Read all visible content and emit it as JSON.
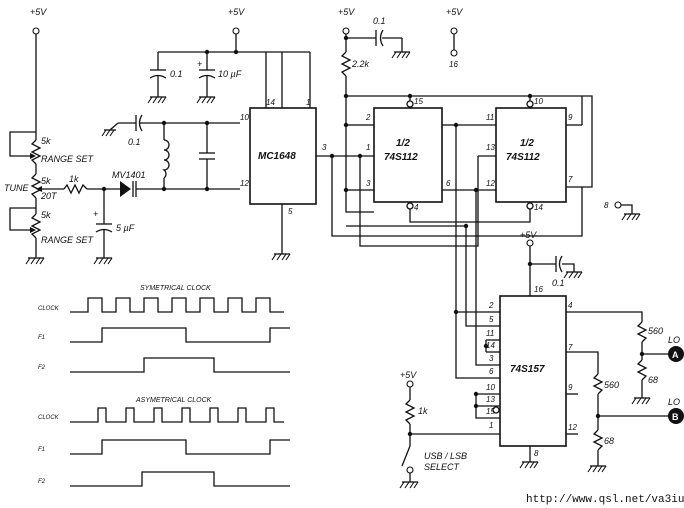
{
  "labels": {
    "vcc_left": "+5V",
    "vcc_mc": "+5V",
    "vcc_ff": "+5V",
    "vcc_ref": "+5V",
    "vcc_mux": "+5V",
    "vcc_sel": "+5V",
    "pot1_value": "5k",
    "pot1_name": "RANGE SET",
    "tune": "TUNE",
    "tune_value": "5k",
    "tune_turns": "20T",
    "pot3_value": "5k",
    "pot3_name": "RANGE SET",
    "r_tune": "1k",
    "varactor": "MV1401",
    "c_5uf": "5 µF",
    "c_in": "0.1",
    "c_dec1": "0.1",
    "c_10uf": "10 µF",
    "c_dec2": "0.1",
    "c_dec3": "0.1",
    "r_pull": "2.2k",
    "ic_osc": "MC1648",
    "pin_14": "14",
    "pin_1": "1",
    "pin_10": "10",
    "pin_12": "12",
    "pin_3": "3",
    "pin_5": "5",
    "pin_16a": "16",
    "ff_half1": "1/2",
    "ff_ic1": "74S112",
    "ff_half2": "1/2",
    "ff_ic2": "74S112",
    "pin_15": "15",
    "pin_4": "4",
    "pin_2": "2",
    "pin_1b": "1",
    "pin_3b": "3",
    "pin_6": "6",
    "pin_10b": "10",
    "pin_14b": "14",
    "pin_11": "11",
    "pin_13": "13",
    "pin_12b": "12",
    "pin_9": "9",
    "pin_7": "7",
    "pin_8a": "8",
    "pin_16b": "16",
    "ic_mux": "74S157",
    "mp_2": "2",
    "mp_5": "5",
    "mp_11": "11",
    "mp_14": "14",
    "mp_3": "3",
    "mp_6": "6",
    "mp_10": "10",
    "mp_13": "13",
    "mp_15": "15",
    "mp_1": "1",
    "mp_4": "4",
    "mp_7": "7",
    "mp_9": "9",
    "mp_12": "12",
    "mp_8": "8",
    "r_sel": "1k",
    "select_line1": "USB / LSB",
    "select_line2": "SELECT",
    "r_560a": "560",
    "r_68a": "68",
    "r_560b": "560",
    "r_68b": "68",
    "lo_a": "LO",
    "lo_a_letter": "A",
    "lo_b": "LO",
    "lo_b_letter": "B",
    "url": "http://www.qsl.net/va3iul"
  },
  "timing": {
    "sym_title": "SYMETRICAL CLOCK",
    "sym_rows": [
      "CLOCK",
      "F1",
      "F2"
    ],
    "asym_title": "ASYMETRICAL CLOCK",
    "asym_rows": [
      "CLOCK",
      "F1",
      "F2"
    ]
  }
}
